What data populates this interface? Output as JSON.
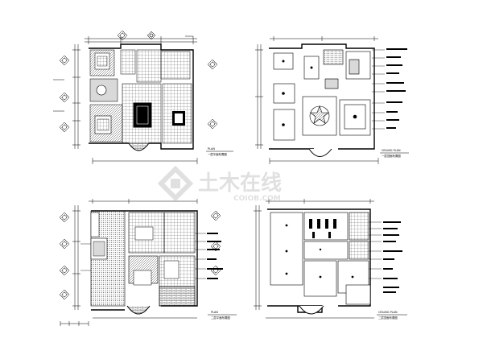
{
  "sheet": {
    "panels": [
      {
        "id": "first-floor-plan",
        "title_en": "PLAN",
        "title_cn": "一层平面布置图"
      },
      {
        "id": "first-floor-ceiling",
        "title_en": "CEILING PLAN",
        "title_cn": "一层顶面布置图"
      },
      {
        "id": "second-floor-plan",
        "title_en": "PLAN",
        "title_cn": "二层平面布置图"
      },
      {
        "id": "second-floor-ceiling",
        "title_en": "CEILING PLAN",
        "title_cn": "二层顶面布置图"
      }
    ]
  },
  "watermark": {
    "cn": "土木在线",
    "en": "COIOB.COM"
  },
  "colors": {
    "line": "#000000",
    "background": "#ffffff",
    "watermark": "#d2d2d2"
  }
}
